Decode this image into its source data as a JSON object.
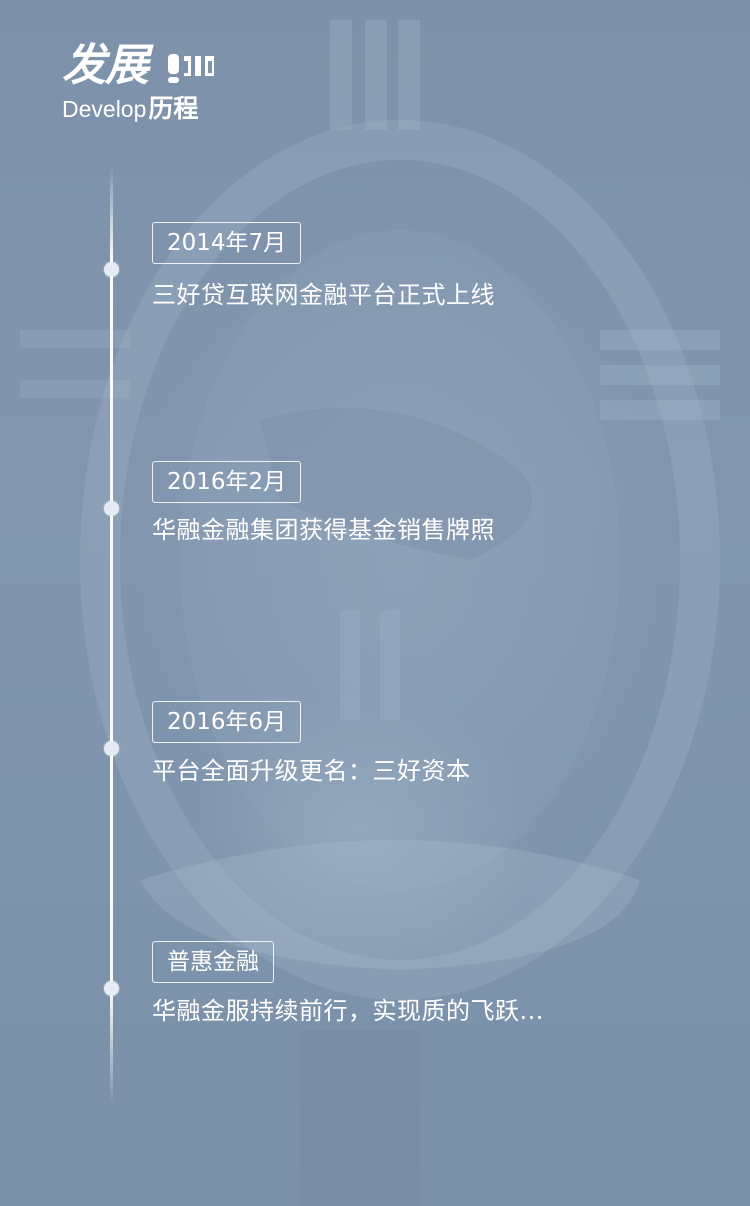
{
  "header": {
    "title_cn": "发展",
    "title_en": "Develop",
    "title_cn2": "历程"
  },
  "timeline": [
    {
      "date": "2014年7月",
      "event": "三好贷互联网金融平台正式上线"
    },
    {
      "date": "2016年2月",
      "event": "华融金融集团获得基金销售牌照"
    },
    {
      "date": "2016年6月",
      "event": "平台全面升级更名：三好资本"
    },
    {
      "date": "普惠金融",
      "event": "华融金服持续前行，实现质的飞跃..."
    }
  ],
  "colors": {
    "background": "#7e93ab",
    "text": "#ffffff",
    "line": "#ffffff"
  },
  "icons": {
    "logo_mark": "speech-bubble-icon"
  }
}
